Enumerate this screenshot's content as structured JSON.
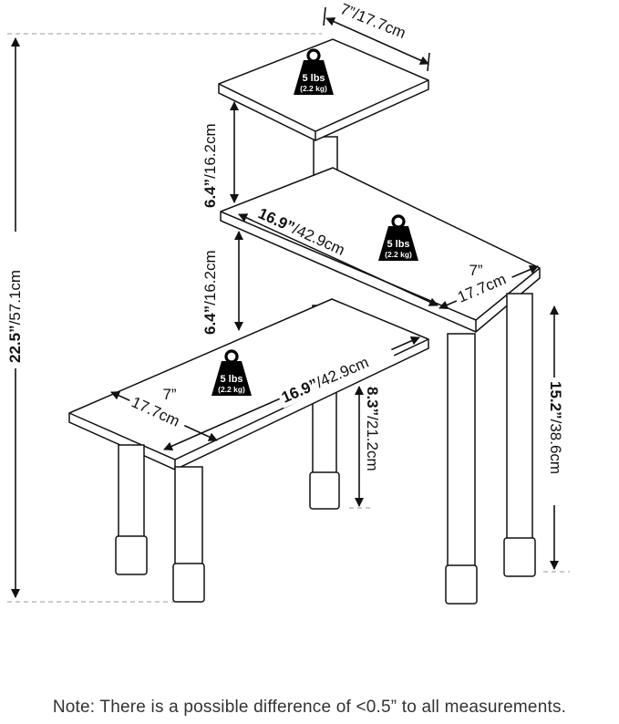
{
  "dimensions": {
    "top_width": "7”/17.7cm",
    "upper_gap_imperial": "6.4”",
    "upper_gap_metric": "/16.2cm",
    "lower_gap_imperial": "6.4”",
    "lower_gap_metric": "/16.2cm",
    "total_height_imperial": "22.5”",
    "total_height_metric": "/57.1cm",
    "middle_length_imperial": "16.9”",
    "middle_length_metric": "/42.9cm",
    "middle_depth_imperial": "7”",
    "middle_depth_metric": "17.7cm",
    "bottom_length_imperial": "16.9”",
    "bottom_length_metric": "/42.9cm",
    "bottom_depth_imperial": "7”",
    "bottom_depth_metric": "17.7cm",
    "bottom_leg_imperial": "8.3”",
    "bottom_leg_metric": "/21.2cm",
    "middle_leg_imperial": "15.2”",
    "middle_leg_metric": "/38.6cm"
  },
  "weights": [
    {
      "load": "5 lbs",
      "metric": "(2.2 kg)"
    },
    {
      "load": "5 lbs",
      "metric": "(2.2 kg)"
    },
    {
      "load": "5 lbs",
      "metric": "(2.2 kg)"
    }
  ],
  "note": "Note: There is a possible difference of <0.5” to all measurements."
}
